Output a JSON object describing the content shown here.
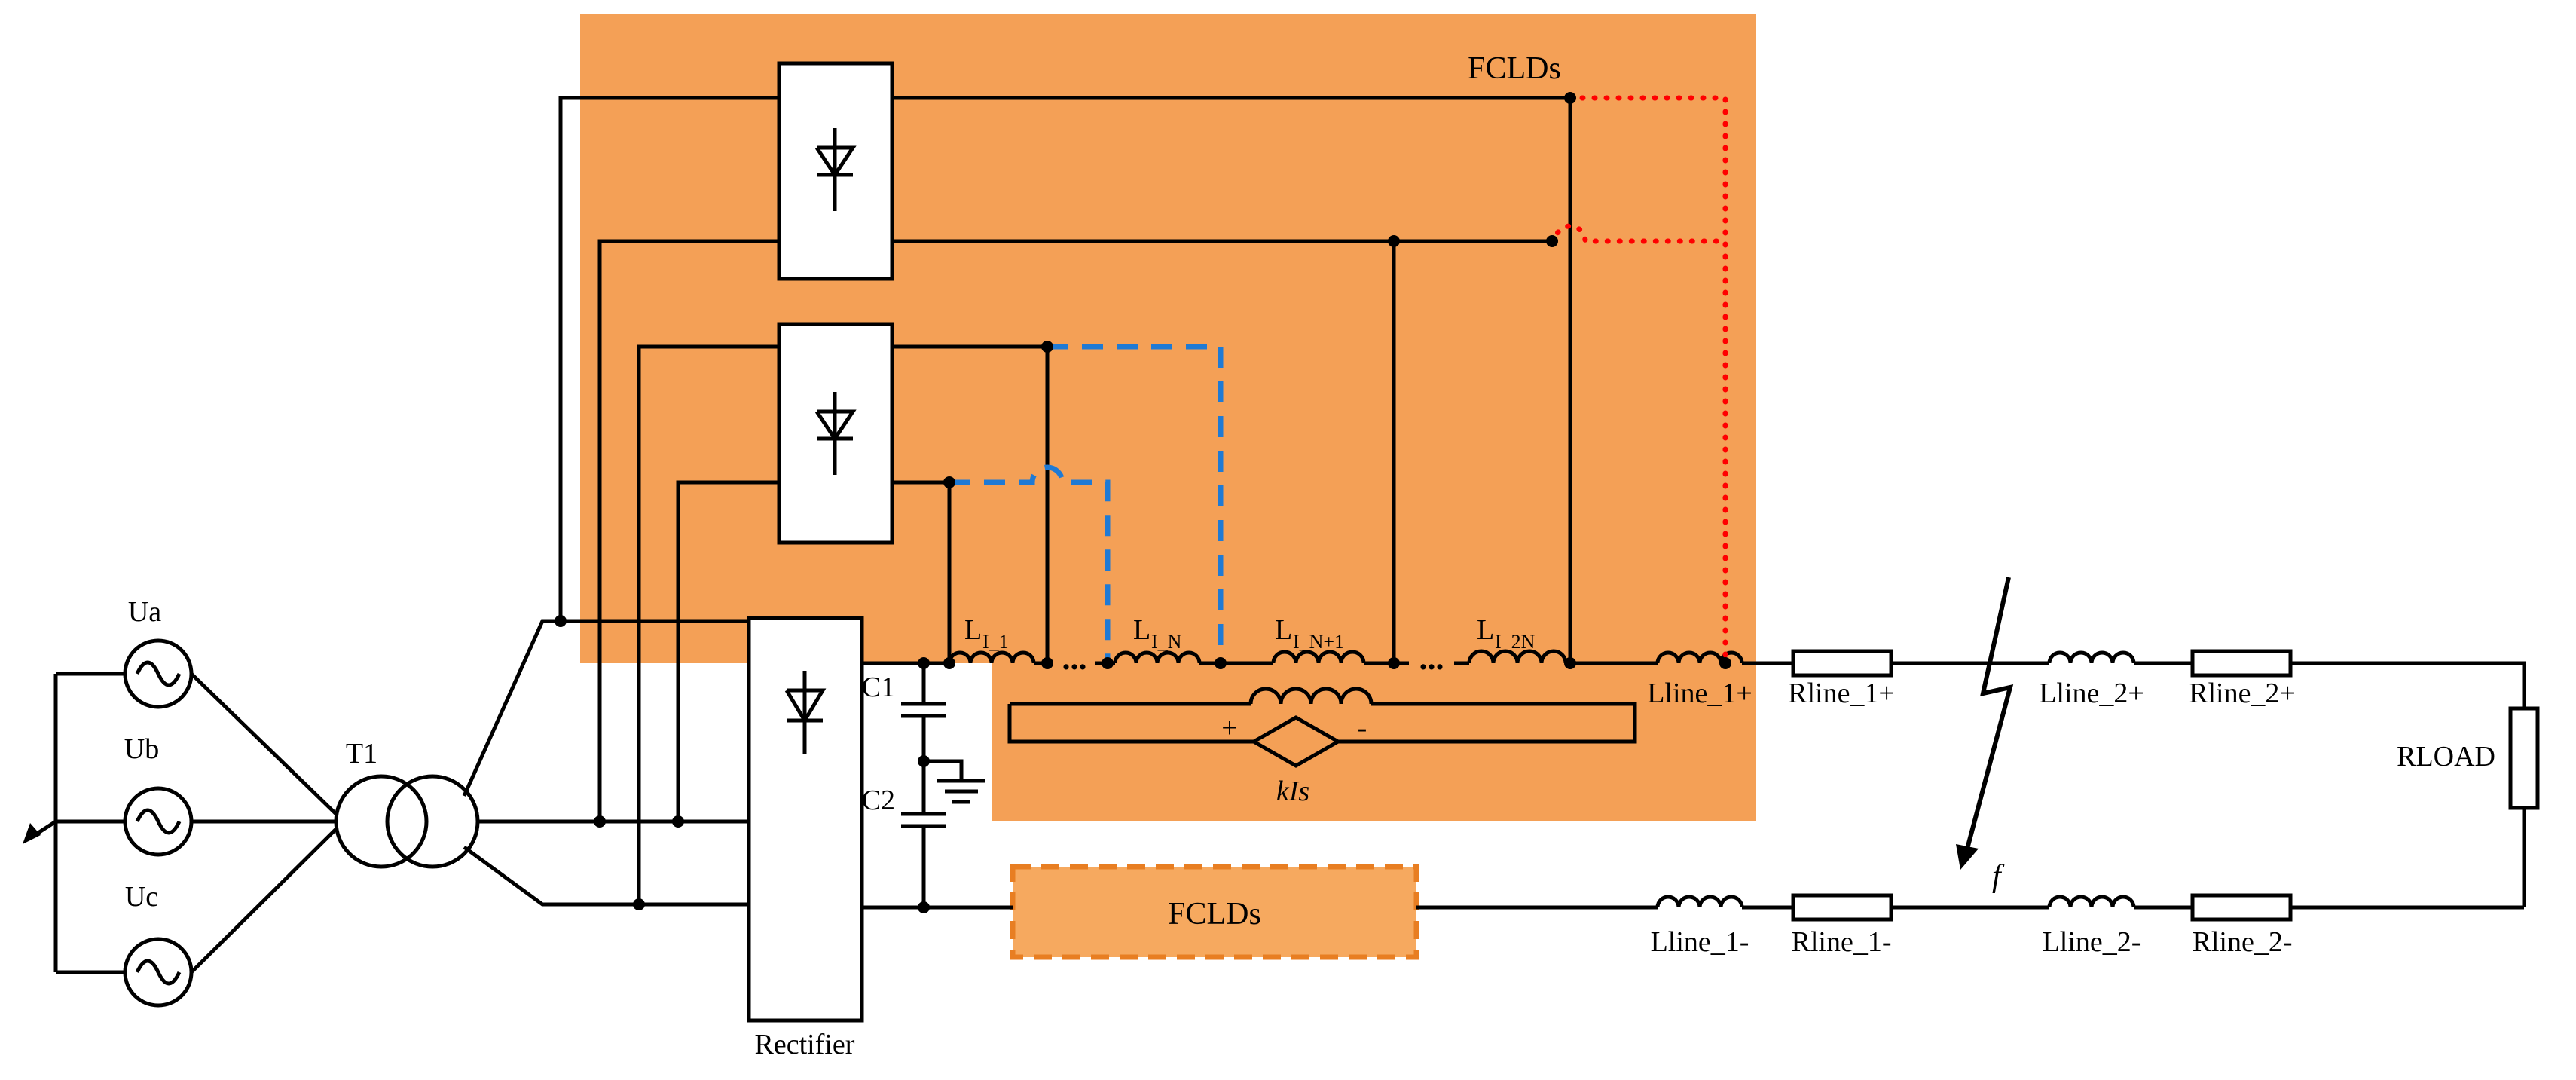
{
  "diagram": {
    "source_labels": {
      "ua": "Ua",
      "ub": "Ub",
      "uc": "Uc"
    },
    "transformer_label": "T1",
    "rectifier_label": "Rectifier",
    "capacitor_labels": {
      "c1": "C1",
      "c2": "C2"
    },
    "fclds_top_label": "FCLDs",
    "fclds_bottom_label": "FCLDs",
    "limiter_inductors": [
      {
        "main": "L",
        "sub": "I_1"
      },
      {
        "main": "L",
        "sub": "I_N"
      },
      {
        "main": "L",
        "sub": "I_N+1"
      },
      {
        "main": "L",
        "sub": "I_2N"
      }
    ],
    "ellipsis_left": "...",
    "ellipsis_right": "...",
    "controlled_source": {
      "label": "kIs",
      "plus": "+",
      "minus": "-"
    },
    "top_line_labels": [
      "Lline_1+",
      "Rline_1+",
      "Lline_2+",
      "Rline_2+"
    ],
    "bottom_line_labels": [
      "Lline_1-",
      "Rline_1-",
      "Lline_2-",
      "Rline_2-"
    ],
    "load_label": "RLOAD",
    "fault_label": "f"
  },
  "colors": {
    "orange": "#F4A056",
    "fcld_box_fill": "#F6A95F",
    "fcld_box_border": "#E87E22",
    "red": "#FF0000",
    "blue": "#1F7AD4"
  }
}
